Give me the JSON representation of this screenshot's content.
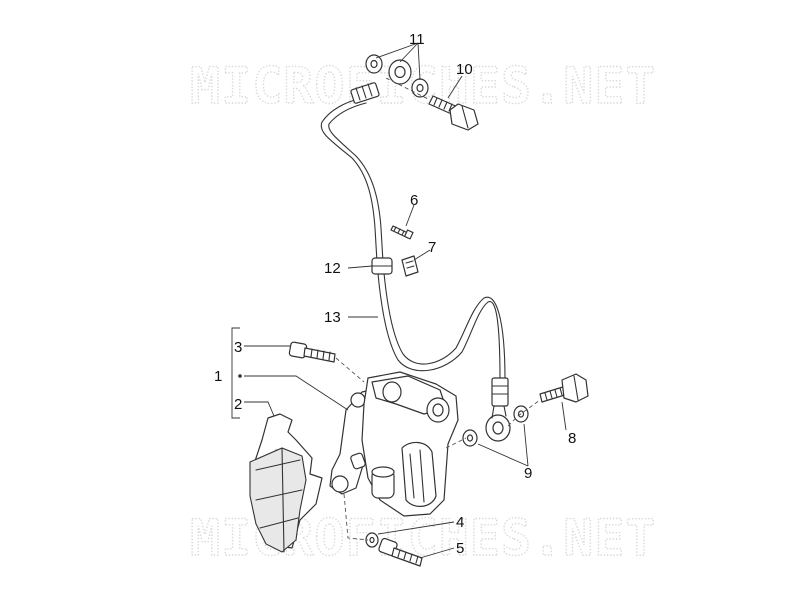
{
  "watermark": {
    "text": "MICROFICHES.NET",
    "color": "#d9d9d9"
  },
  "callouts": {
    "c1": "1",
    "c2": "2",
    "c3": "3",
    "c4": "4",
    "c5": "5",
    "c6": "6",
    "c7": "7",
    "c8": "8",
    "c9": "9",
    "c10": "10",
    "c11": "11",
    "c12": "12",
    "c13": "13"
  },
  "colors": {
    "line": "#333333",
    "background": "#ffffff"
  }
}
